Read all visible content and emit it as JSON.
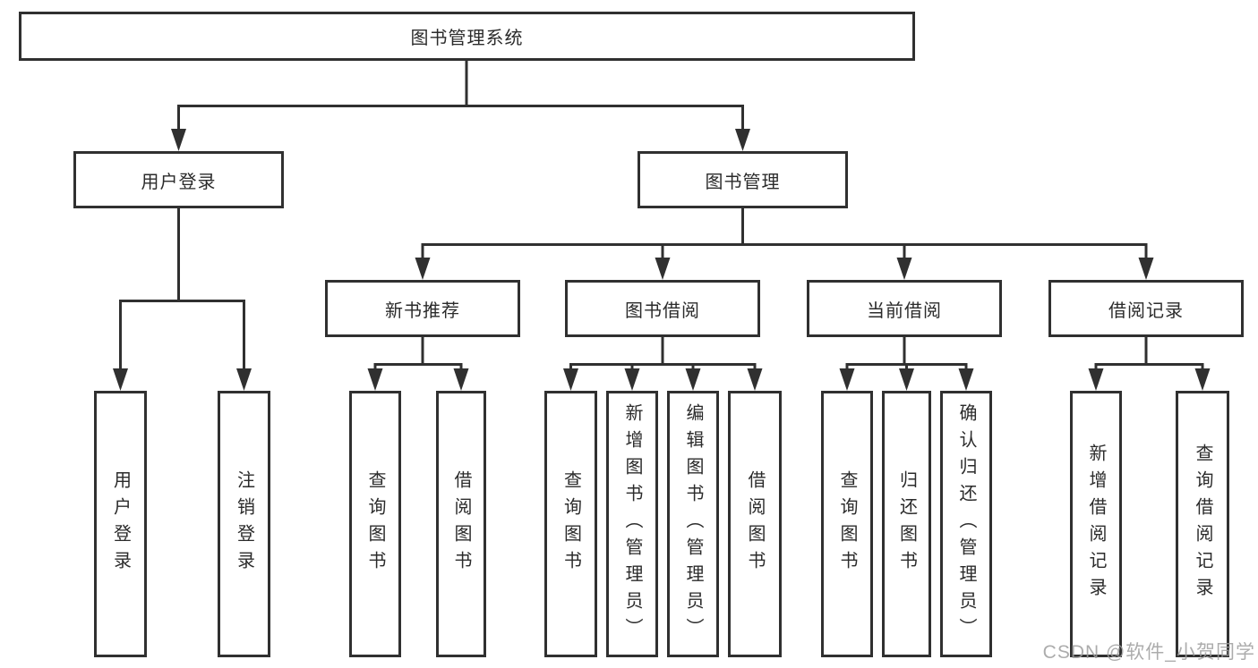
{
  "diagram": {
    "title": "图书管理系统",
    "level2": [
      {
        "label": "用户登录"
      },
      {
        "label": "图书管理"
      }
    ],
    "level3": [
      {
        "label": "新书推荐",
        "parent": "图书管理"
      },
      {
        "label": "图书借阅",
        "parent": "图书管理"
      },
      {
        "label": "当前借阅",
        "parent": "图书管理"
      },
      {
        "label": "借阅记录",
        "parent": "图书管理"
      }
    ],
    "leaves": [
      {
        "label": "用户登录",
        "parent": "用户登录"
      },
      {
        "label": "注销登录",
        "parent": "用户登录"
      },
      {
        "label": "查询图书",
        "parent": "新书推荐"
      },
      {
        "label": "借阅图书",
        "parent": "新书推荐"
      },
      {
        "label": "查询图书",
        "parent": "图书借阅"
      },
      {
        "label": "新增图书（管理员）",
        "parent": "图书借阅"
      },
      {
        "label": "编辑图书（管理员）",
        "parent": "图书借阅"
      },
      {
        "label": "借阅图书",
        "parent": "图书借阅"
      },
      {
        "label": "查询图书",
        "parent": "当前借阅"
      },
      {
        "label": "归还图书",
        "parent": "当前借阅"
      },
      {
        "label": "确认归还（管理员）",
        "parent": "当前借阅"
      },
      {
        "label": "新增借阅记录",
        "parent": "借阅记录"
      },
      {
        "label": "查询借阅记录",
        "parent": "借阅记录"
      }
    ],
    "watermark": "CSDN @软件_小贺同学",
    "colors": {
      "line": "#303030",
      "text": "#2b2b2b",
      "watermark": "#9e9e9e",
      "background": "#ffffff"
    }
  }
}
